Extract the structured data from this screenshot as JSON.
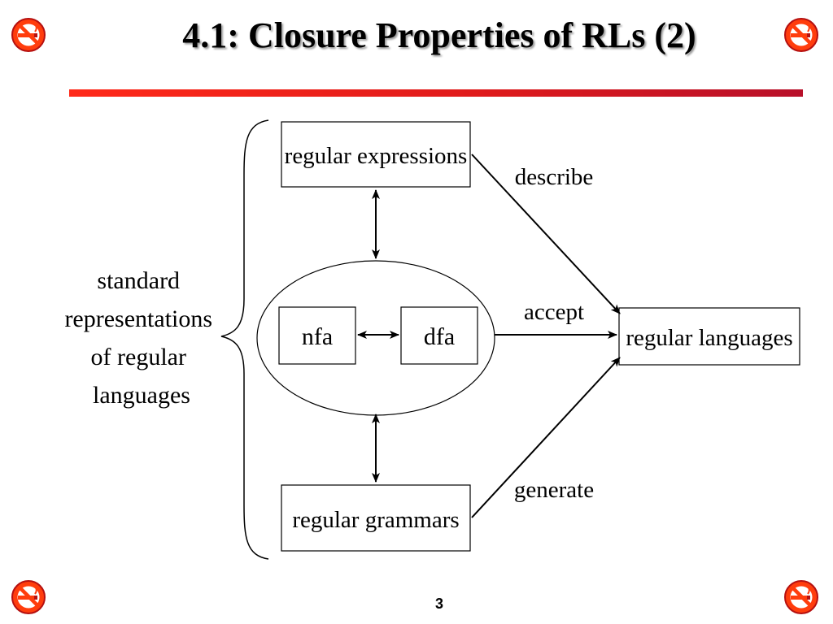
{
  "slide": {
    "title": "4.1:  Closure Properties of RLs (2)",
    "page_number": "3"
  },
  "colors": {
    "accent_bar_start": "#ff2a1a",
    "accent_bar_end": "#b8102a",
    "icon_fill": "#ff3d0d",
    "icon_ring": "#b51010"
  },
  "icons": {
    "corner": "no-smoking-icon"
  },
  "diagram": {
    "brace_label_lines": [
      "standard",
      "representations",
      "of regular",
      "languages"
    ],
    "nodes": {
      "regex": "regular expressions",
      "nfa": "nfa",
      "dfa": "dfa",
      "grammars": "regular grammars",
      "languages": "regular languages"
    },
    "edges": {
      "describe": "describe",
      "accept": "accept",
      "generate": "generate"
    }
  }
}
